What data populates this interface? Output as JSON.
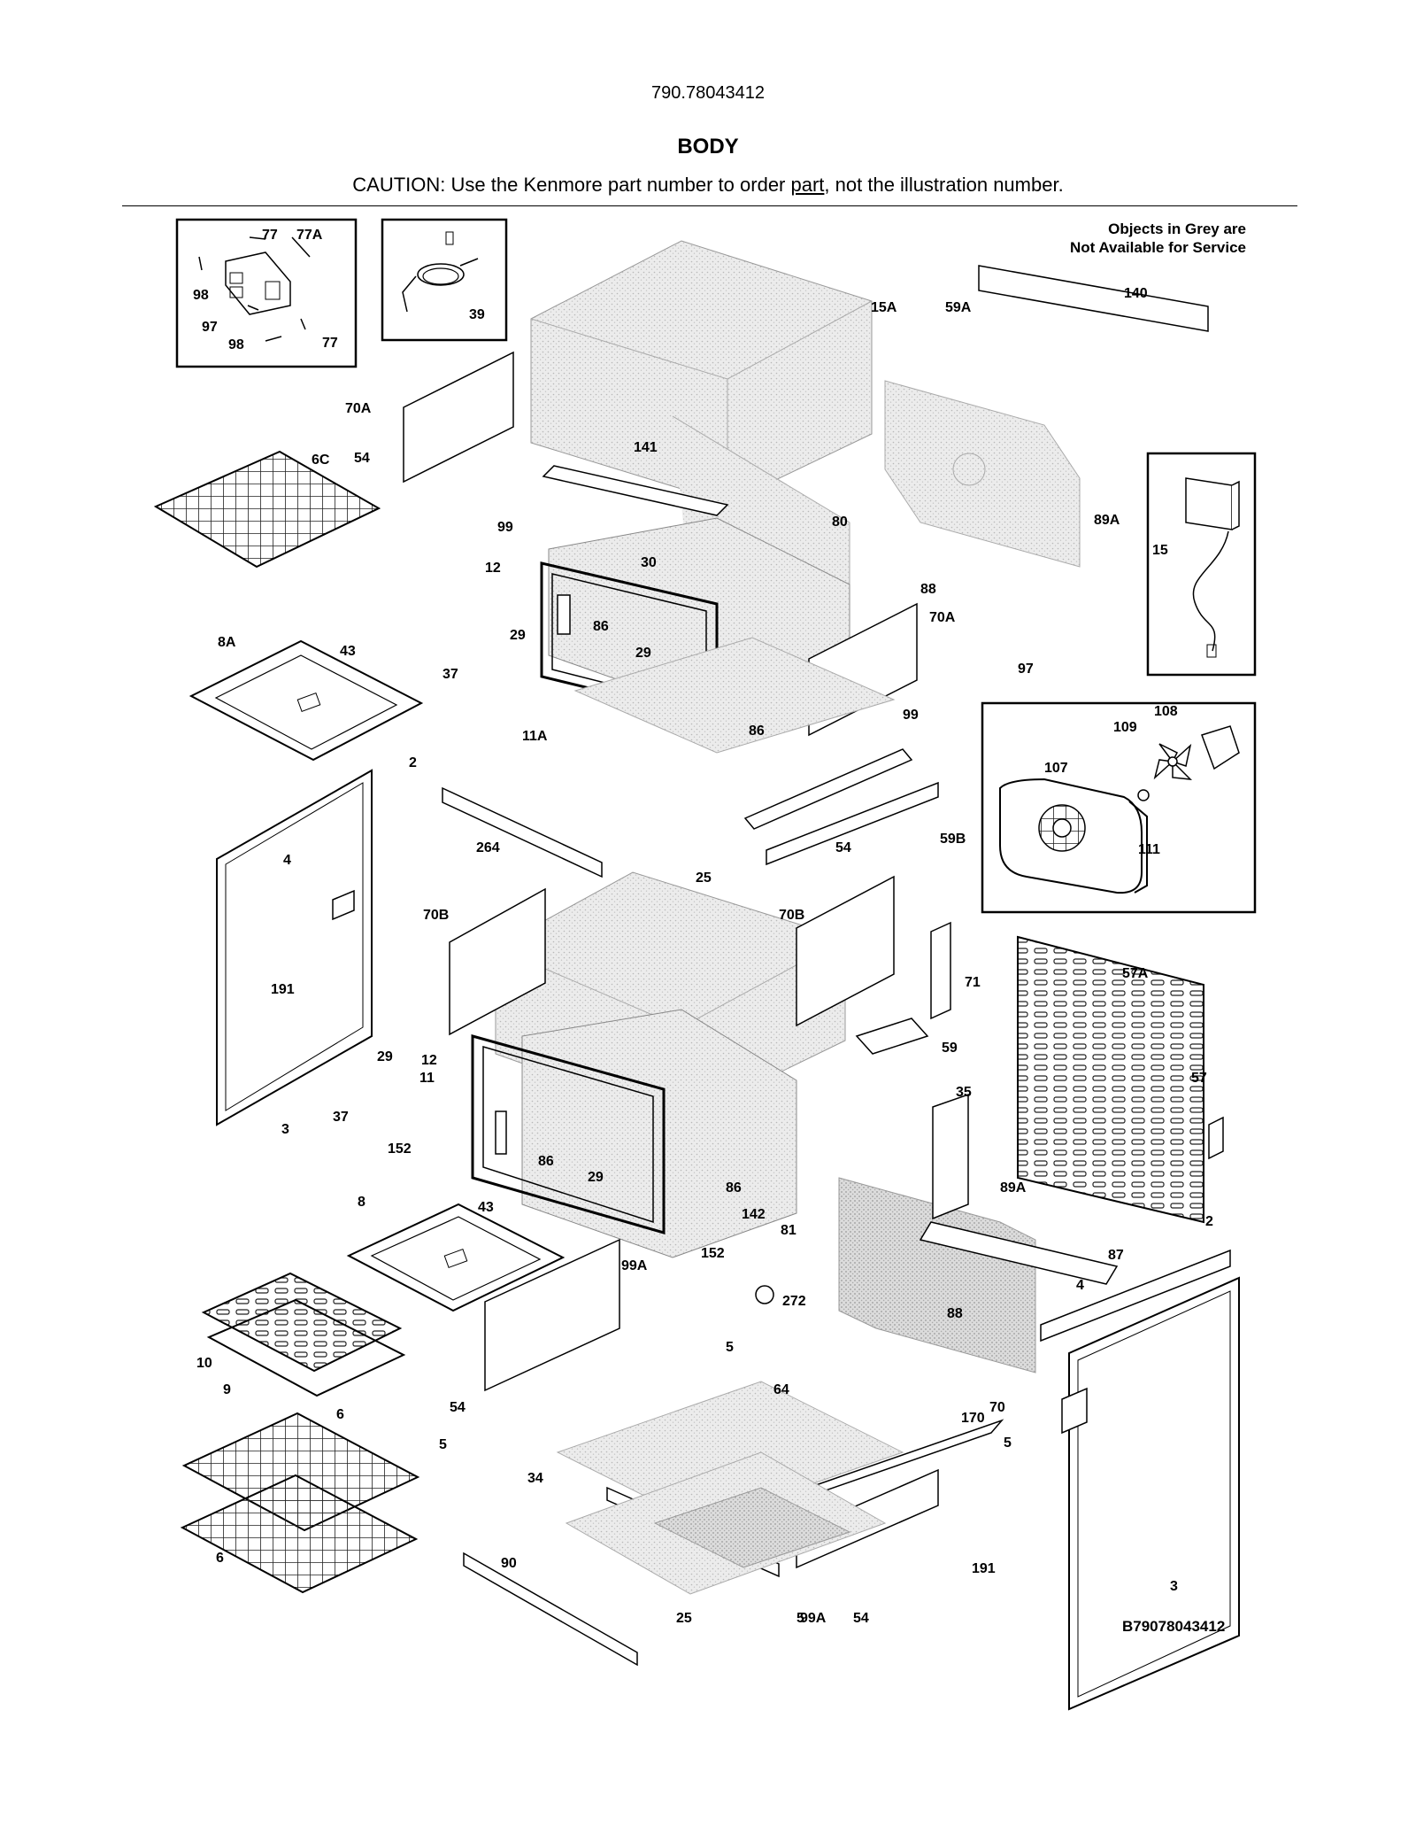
{
  "header": {
    "model_number": "790.78043412",
    "section_title": "BODY",
    "caution_prefix": "CAUTION: Use the Kenmore part number to order ",
    "caution_link": "part",
    "caution_suffix": ", not the illustration number."
  },
  "notes": {
    "grey_line1": "Objects in Grey are",
    "grey_line2": "Not Available for Service"
  },
  "diagram_id": "B79078043412",
  "callouts": [
    "77",
    "77A",
    "98",
    "97",
    "98",
    "77",
    "39",
    "70A",
    "6C",
    "54",
    "99",
    "141",
    "30",
    "12",
    "29",
    "86",
    "29",
    "11A",
    "86",
    "80",
    "88",
    "15A",
    "59A",
    "140",
    "89A",
    "15",
    "70A",
    "97",
    "8A",
    "43",
    "37",
    "99",
    "54",
    "25",
    "2",
    "4",
    "264",
    "70B",
    "70B",
    "59B",
    "108",
    "109",
    "107",
    "111",
    "191",
    "3",
    "29",
    "12",
    "11",
    "37",
    "152",
    "86",
    "29",
    "8",
    "43",
    "59",
    "71",
    "57A",
    "35",
    "57",
    "86",
    "142",
    "81",
    "89A",
    "87",
    "2",
    "152",
    "272",
    "88",
    "99A",
    "5",
    "4",
    "10",
    "9",
    "54",
    "64",
    "70",
    "6",
    "170",
    "5",
    "5",
    "34",
    "6",
    "90",
    "25",
    "99A",
    "54",
    "191",
    "3",
    "5"
  ]
}
